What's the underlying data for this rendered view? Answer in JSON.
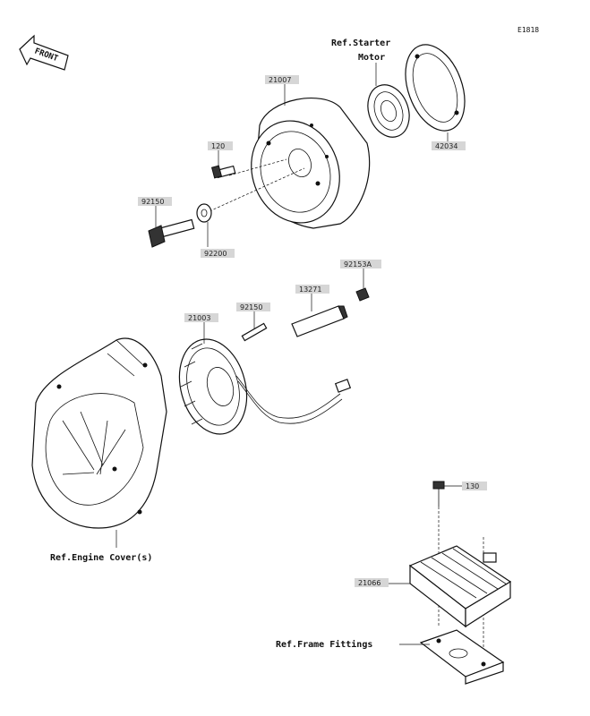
{
  "diagram": {
    "code": "E1818",
    "front_label": "FRONT",
    "references": {
      "starter_motor_line1": "Ref.Starter",
      "starter_motor_line2": "Motor",
      "engine_cover": "Ref.Engine Cover(s)",
      "frame_fittings": "Ref.Frame Fittings"
    },
    "parts": [
      {
        "id": "rotor",
        "number": "21007"
      },
      {
        "id": "clutch-ring",
        "number": "42034"
      },
      {
        "id": "bolt-rotor",
        "number": "120"
      },
      {
        "id": "bolt-flange",
        "number": "92150"
      },
      {
        "id": "washer",
        "number": "92200"
      },
      {
        "id": "stator",
        "number": "21003"
      },
      {
        "id": "bolt-stator",
        "number": "92150"
      },
      {
        "id": "clamp",
        "number": "13271"
      },
      {
        "id": "screw-clamp",
        "number": "92153A"
      },
      {
        "id": "bolt-regulator",
        "number": "130"
      },
      {
        "id": "regulator",
        "number": "21066"
      }
    ]
  }
}
